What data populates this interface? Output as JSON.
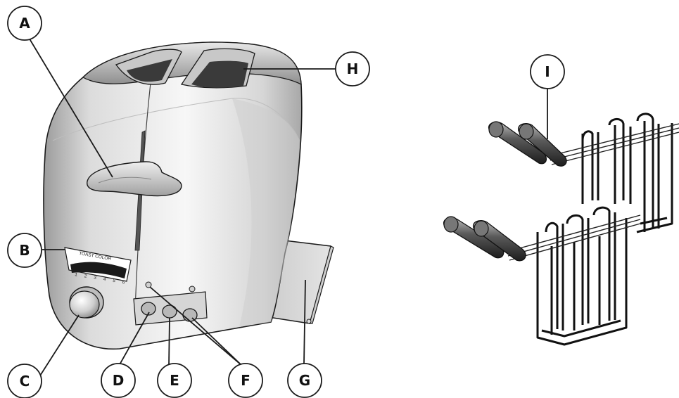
{
  "callouts": {
    "A": "A",
    "B": "B",
    "C": "C",
    "D": "D",
    "E": "E",
    "F": "F",
    "G": "G",
    "H": "H",
    "I": "I"
  },
  "dial": {
    "title": "TOAST COLOR",
    "numbers": [
      "1",
      "2",
      "3",
      "4",
      "5",
      "6"
    ]
  },
  "colors": {
    "outline": "#1a1a1a",
    "body_light": "#f2f2f2",
    "body_shade": "#9a9a9a",
    "slot": "#3a3a3a"
  },
  "icons": {
    "toaster": "toaster-illustration",
    "rack": "sandwich-rack-illustration"
  }
}
